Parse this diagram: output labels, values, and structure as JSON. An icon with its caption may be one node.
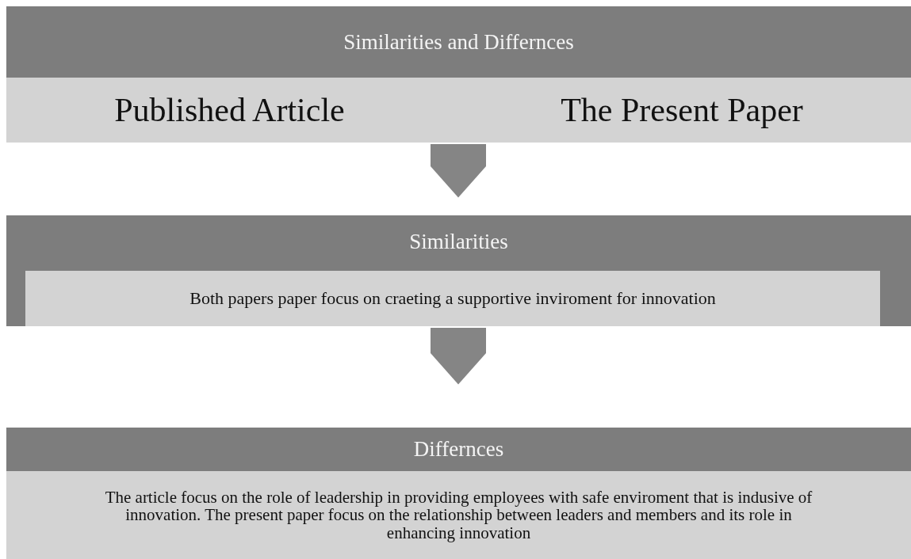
{
  "diagram": {
    "nodes": [
      {
        "text": [
          "Similarities and Differnces"
        ]
      },
      {
        "text": [
          "Published Article",
          "The Present Paper"
        ]
      },
      {
        "text": [
          "Similarities"
        ]
      },
      {
        "text": [
          "Both papers paper focus on craeting a supportive inviroment for innovation"
        ],
        "in": 2
      },
      {
        "text": [
          "Differnces"
        ]
      },
      {
        "text": [
          "The article focus on the role of leadership in providing employees with safe enviroment that is indusive of innovation. The present paper focus on the relationship between leaders and members and its role in enhancing innovation"
        ]
      }
    ],
    "edges": [
      {
        "from": 1,
        "to": 2,
        "arrow": "to"
      },
      {
        "from": 3,
        "to": 4,
        "arrow": "to"
      }
    ]
  }
}
